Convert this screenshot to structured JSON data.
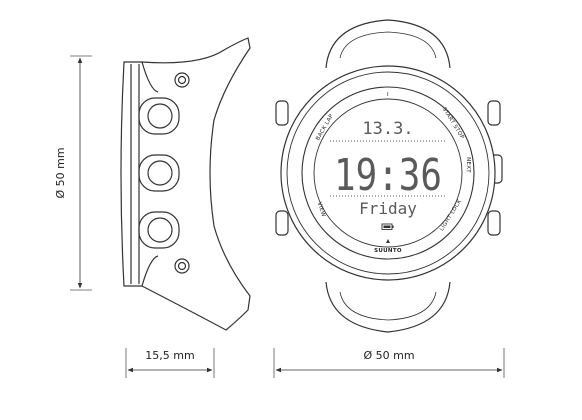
{
  "dimensions": {
    "height_label": "Ø 50 mm",
    "thickness_label": "15,5 mm",
    "width_label": "Ø 50 mm"
  },
  "display": {
    "date": "13.3.",
    "time": "19:36",
    "day": "Friday"
  },
  "bezel": {
    "top_marker": "I",
    "back_lap": "BACK LAP",
    "start_stop": "START STOP",
    "next": "NEXT",
    "light_lock": "LIGHT LOCK",
    "view": "VIEW",
    "brand": "SUUNTO"
  },
  "icons": [
    "battery-icon",
    "brand-triangle-icon"
  ]
}
